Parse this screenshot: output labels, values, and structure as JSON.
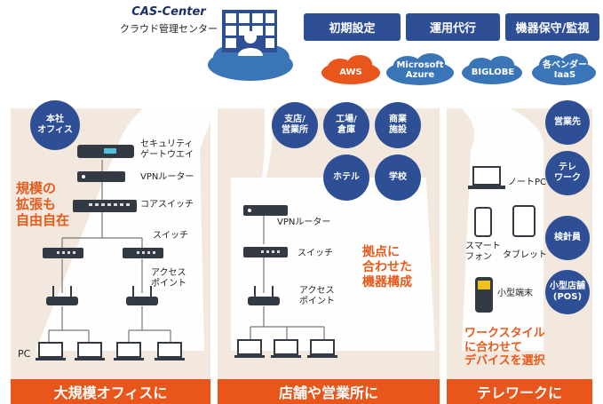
{
  "header": {
    "center_name": "CAS-Center",
    "center_sub": "クラウド管理センター"
  },
  "services": [
    "初期設定",
    "運用代行",
    "機器保守/監視"
  ],
  "clouds": [
    "AWS",
    "Microsoft\nAzure",
    "BIGLOBE",
    "各ベンダー\nIaaS"
  ],
  "large_office": {
    "circle": "本社\nオフィス",
    "highlight": "規模の\n拡張も\n自由自在",
    "devices": [
      "セキュリティ\nゲートウエイ",
      "VPNルーター",
      "コアスイッチ",
      "スイッチ",
      "アクセス\nポイント",
      "PC"
    ],
    "footer": "大規模オフィスに"
  },
  "branch": {
    "circles": [
      "支店/\n営業所",
      "工場/\n倉庫",
      "商業\n施設",
      "ホテル",
      "学校"
    ],
    "devices": [
      "VPNルーター",
      "スイッチ",
      "アクセス\nポイント"
    ],
    "highlight": "拠点に\n合わせた\n機器構成",
    "footer": "店舗や営業所に"
  },
  "telework": {
    "circles": [
      "営業先",
      "テレ\nワーク",
      "検針員",
      "小型店舗\n(POS)"
    ],
    "devices": [
      "ノートPC",
      "スマート\nフォン",
      "タブレット",
      "小型端末"
    ],
    "highlight": "ワークスタイル\nに合わせて\nデバイスを選択",
    "footer": "テレワークに"
  },
  "colors": {
    "navy": "#2e4f95",
    "orange": "#e8561c",
    "panel": "#f2e8de",
    "cloud": "#3a75b8"
  }
}
